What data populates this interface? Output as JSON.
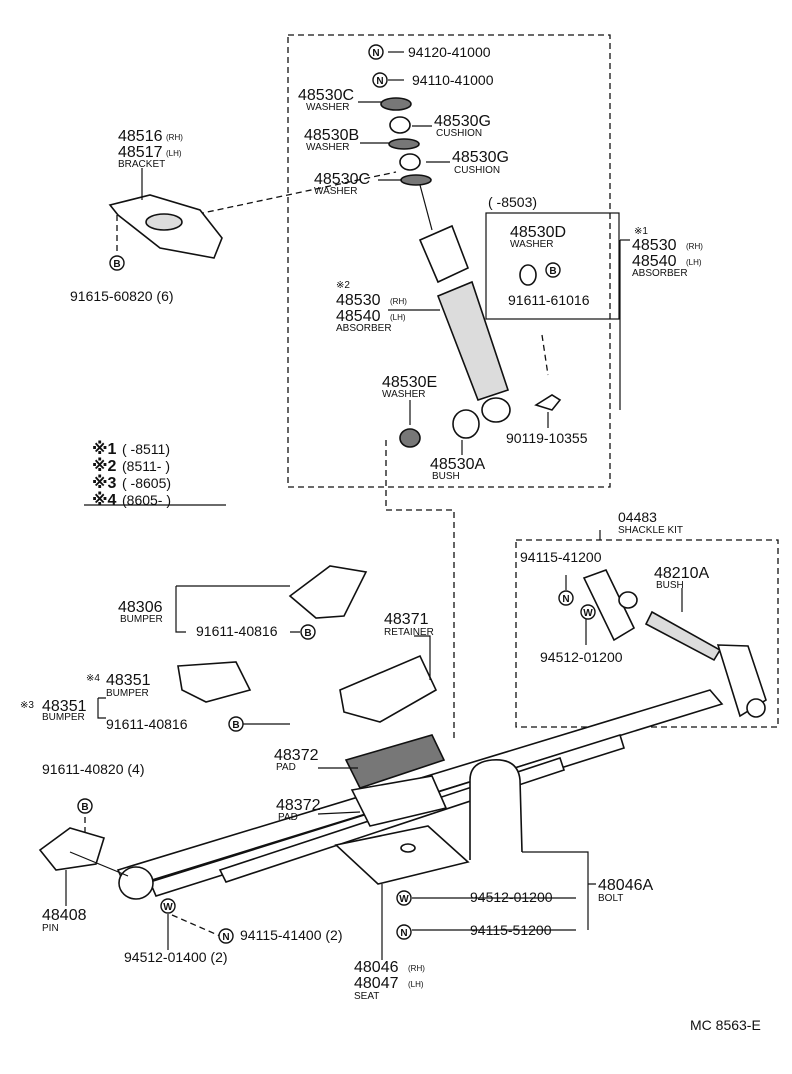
{
  "callouts": {
    "nut_94120": "94120-41000",
    "nut_94110": "94110-41000",
    "washer_48530C_top": "48530C",
    "washer_48530C_top_cap": "WASHER",
    "cushion_48530G_top": "48530G",
    "cushion_48530G_top_cap": "CUSHION",
    "washer_48530B": "48530B",
    "washer_48530B_cap": "WASHER",
    "cushion_48530G_low": "48530G",
    "cushion_48530G_low_cap": "CUSHION",
    "washer_48530C_low": "48530C",
    "washer_48530C_low_cap": "WASHER",
    "bracket_rh": "48516",
    "bracket_lh": "48517",
    "bracket_cap": "BRACKET",
    "bolt_91615": "91615-60820 (6)",
    "period_8503": "(      -8503)",
    "washer_48530D": "48530D",
    "washer_48530D_cap": "WASHER",
    "bolt_91611_61016": "91611-61016",
    "absorber1_star": "※1",
    "absorber1_rh": "48530",
    "absorber1_lh": "48540",
    "absorber1_cap": "ABSORBER",
    "absorber2_star": "※2",
    "absorber2_rh": "48530",
    "absorber2_lh": "48540",
    "absorber2_cap": "ABSORBER",
    "washer_48530E": "48530E",
    "washer_48530E_cap": "WASHER",
    "bolt_90119": "90119-10355",
    "bush_48530A": "48530A",
    "bush_48530A_cap": "BUSH",
    "shackle_kit": "04483",
    "shackle_kit_cap": "SHACKLE KIT",
    "nut_94115_41200": "94115-41200",
    "bush_48210A": "48210A",
    "bush_48210A_cap": "BUSH",
    "washer_94512_01200_top": "94512-01200",
    "bumper_48306": "48306",
    "bumper_48306_cap": "BUMPER",
    "bolt_91611_40816_a": "91611-40816",
    "retainer_48371": "48371",
    "retainer_48371_cap": "RETAINER",
    "bumper4_star": "※4",
    "bumper4_pn": "48351",
    "bumper4_cap": "BUMPER",
    "bumper3_star": "※3",
    "bumper3_pn": "48351",
    "bumper3_cap": "BUMPER",
    "bolt_91611_40816_b": "91611-40816",
    "pad_48372_upper": "48372",
    "pad_48372_upper_cap": "PAD",
    "pad_48372_lower": "48372",
    "pad_48372_lower_cap": "PAD",
    "bolt_91611_40820": "91611-40820 (4)",
    "pin_48408": "48408",
    "pin_48408_cap": "PIN",
    "washer_94512_01400": "94512-01400 (2)",
    "nut_94115_41400": "94115-41400 (2)",
    "seat_rh": "48046",
    "seat_lh": "48047",
    "seat_cap": "SEAT",
    "washer_94512_01200_low": "94512-01200",
    "nut_94115_51200": "94115-51200",
    "ubolt_48046A": "48046A",
    "ubolt_48046A_cap": "BOLT",
    "rh": "(RH)",
    "lh": "(LH)",
    "figure_code": "MC 8563-E"
  },
  "legend": [
    {
      "mark": "※1",
      "range": "(       -8511)"
    },
    {
      "mark": "※2",
      "range": "(8511-        )"
    },
    {
      "mark": "※3",
      "range": "(       -8605)"
    },
    {
      "mark": "※4",
      "range": "(8605-        )"
    }
  ],
  "markers": {
    "nut": "N",
    "bolt": "B",
    "washer": "W"
  }
}
